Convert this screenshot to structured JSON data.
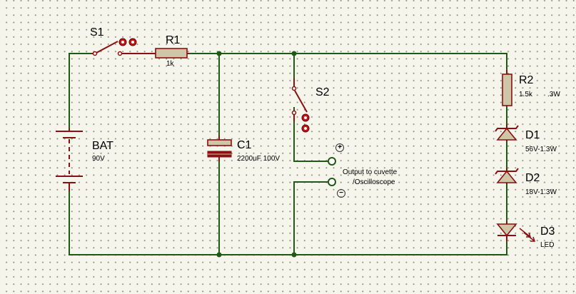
{
  "components": {
    "s1": {
      "ref": "S1"
    },
    "r1": {
      "ref": "R1",
      "value": "1k"
    },
    "bat": {
      "ref": "BAT",
      "value": "90V"
    },
    "c1": {
      "ref": "C1",
      "value": "2200uF 100V"
    },
    "s2": {
      "ref": "S2"
    },
    "r2": {
      "ref": "R2",
      "value": "1.5k",
      "power": ".3W"
    },
    "d1": {
      "ref": "D1",
      "value": "56V-1.3W"
    },
    "d2": {
      "ref": "D2",
      "value": "18V-1.3W"
    },
    "d3": {
      "ref": "D3",
      "value": "LED"
    }
  },
  "output": {
    "line1": "Output to cuvette",
    "line2": "/Oscilloscope",
    "plus": "+",
    "minus": "−"
  },
  "colors": {
    "wire": "#1e5a14",
    "component": "#8c1010",
    "body_fill": "#cfc6a8"
  }
}
